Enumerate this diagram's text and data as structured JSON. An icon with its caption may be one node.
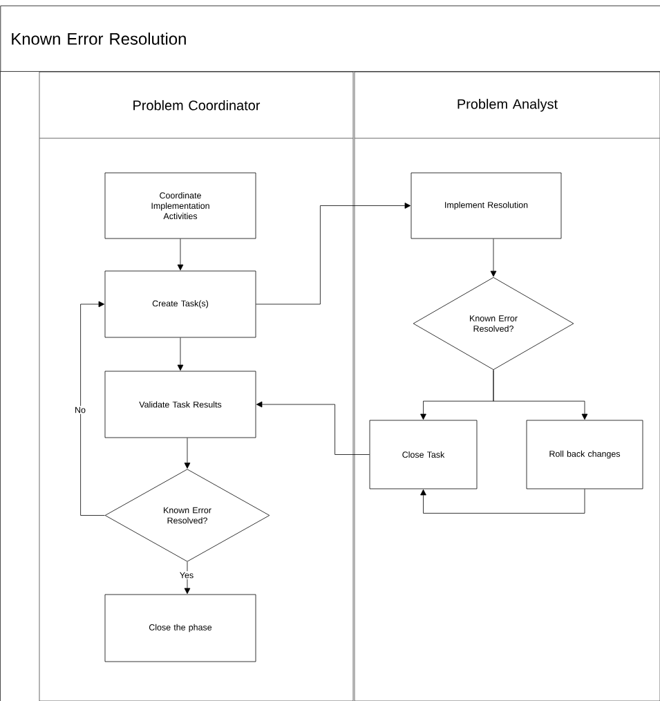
{
  "diagram": {
    "title": "Known Error Resolution",
    "nodes": [
      {
        "text": [
          "Problem Coordinator"
        ]
      },
      {
        "text": [
          "Problem Analyst"
        ]
      },
      {
        "text": [
          "Coordinate Implementation Activities"
        ],
        "in": 0
      },
      {
        "text": [
          "Create Task(s)"
        ],
        "in": 0
      },
      {
        "text": [
          "Validate Task Results"
        ],
        "in": 0
      },
      {
        "text": [
          "Known Error Resolved?"
        ],
        "in": 0
      },
      {
        "text": [
          "Close the phase"
        ],
        "in": 0
      },
      {
        "text": [
          "Implement Resolution"
        ],
        "in": 1
      },
      {
        "text": [
          "Known Error Resolved?"
        ],
        "in": 1
      },
      {
        "text": [
          "Close Task"
        ],
        "in": 1
      },
      {
        "text": [
          "Roll back changes"
        ],
        "in": 1
      }
    ],
    "edges": [
      {
        "from": 2,
        "to": 3,
        "arrow": "to"
      },
      {
        "from": 3,
        "to": 4,
        "arrow": "to"
      },
      {
        "from": 3,
        "to": 7,
        "arrow": "to"
      },
      {
        "from": 4,
        "to": 5,
        "arrow": "to"
      },
      {
        "from": 5,
        "to": 6,
        "arrow": "to",
        "label": "Yes"
      },
      {
        "from": 5,
        "to": 3,
        "arrow": "to",
        "label": "No"
      },
      {
        "from": 7,
        "to": 8,
        "arrow": "to"
      },
      {
        "from": 8,
        "to": 9,
        "arrow": "to"
      },
      {
        "from": 8,
        "to": 10,
        "arrow": "to"
      },
      {
        "from": 9,
        "to": 4,
        "arrow": "to"
      },
      {
        "from": 10,
        "to": 9,
        "arrow": "to"
      }
    ]
  }
}
